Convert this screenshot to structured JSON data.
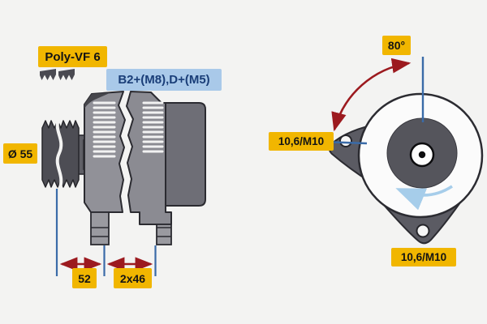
{
  "title": "Alternator mounting specification diagram",
  "labels": {
    "belt_type": "Poly-VF 6",
    "terminals": "B2+(M8),D+(M5)",
    "pulley_diameter": "Ø 55",
    "dim_span_pulley": "52",
    "dim_span_feet": "2x46",
    "mount_angle": "80°",
    "mount_hole_upper": "10,6/M10",
    "mount_hole_lower": "10,6/M10"
  },
  "icons": {
    "belt_profile": "belt-profile-icon",
    "rotation_direction": "counterclockwise-rotation-arrow-icon",
    "angle_measure": "angle-arc-double-arrow-icon"
  },
  "colors": {
    "page_bg": "#f3f3f2",
    "label_bg": "#f1b600",
    "label_text": "#141414",
    "terminal_bg": "#a9c9e9",
    "terminal_text": "#1a3e78",
    "dim_blue": "#3a6ba8",
    "arrow_red": "#9c1a1f",
    "rotation_blue": "#a6cdea",
    "body_gray": "#919198",
    "body_gray_dark": "#6e6e76",
    "pulley_gray": "#4d4d54",
    "lug_gray": "#5b5b63",
    "outline": "#2b2b31"
  }
}
